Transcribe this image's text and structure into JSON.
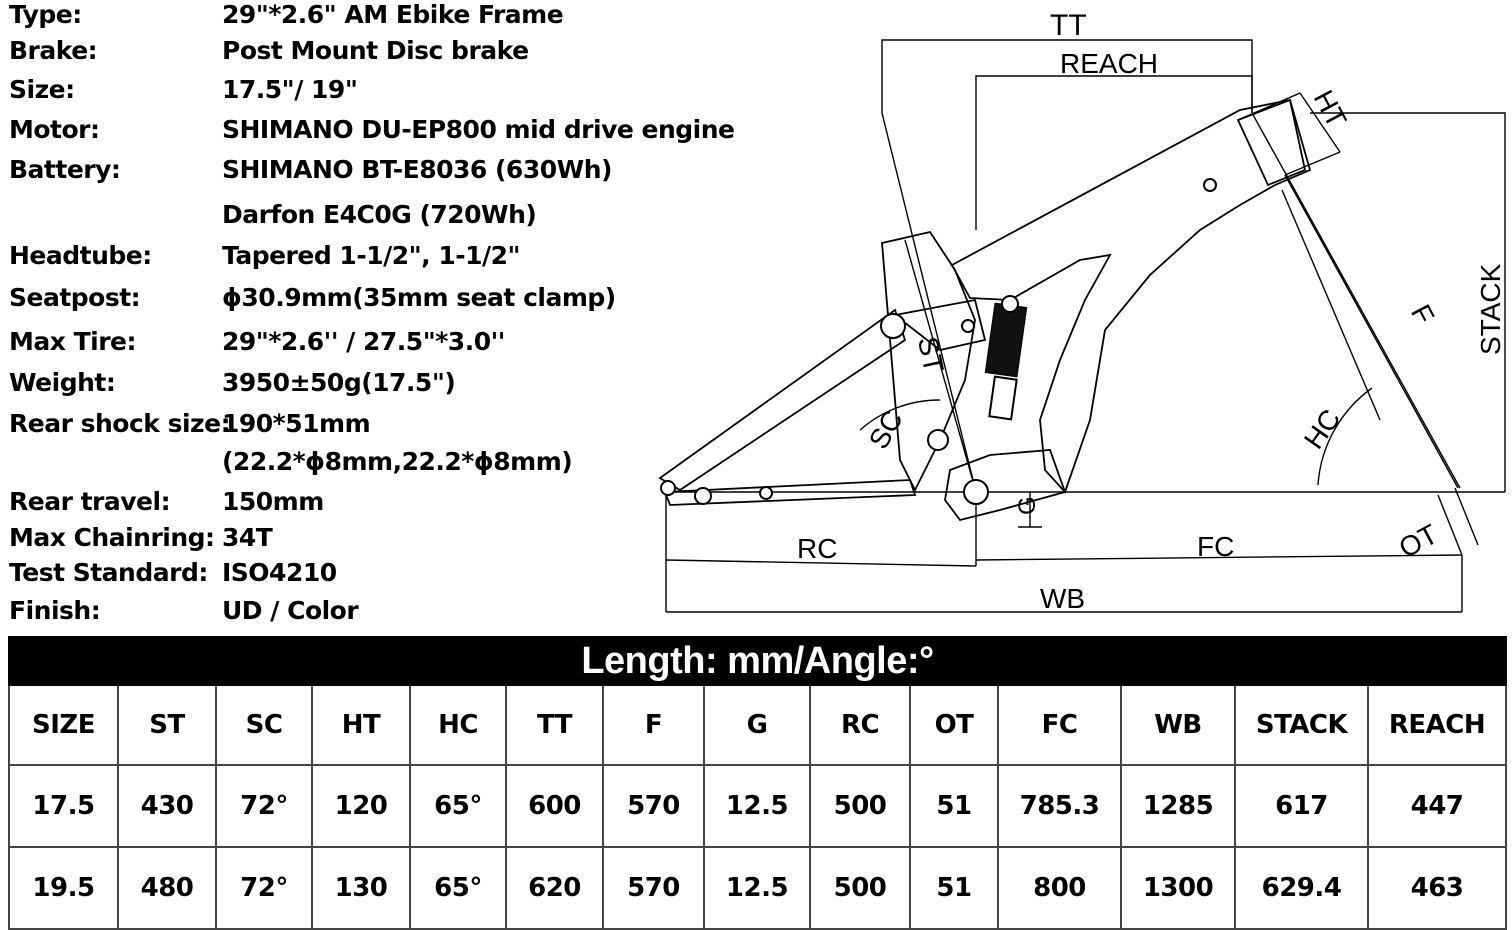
{
  "specs": [
    {
      "label": "Type:",
      "value": "29\"*2.6\" AM Ebike Frame"
    },
    {
      "label": "Brake:",
      "value": "Post Mount Disc brake"
    },
    {
      "label": "Size:",
      "value": "17.5\"/ 19\""
    },
    {
      "label": "Motor:",
      "value": "SHIMANO DU-EP800 mid drive engine"
    },
    {
      "label": "Battery:",
      "value": "SHIMANO BT-E8036 (630Wh)"
    },
    {
      "label": "",
      "value": "Darfon E4C0G (720Wh)"
    },
    {
      "label": "Headtube:",
      "value": "Tapered 1-1/2\", 1-1/2\""
    },
    {
      "label": "Seatpost:",
      "value": "ϕ30.9mm(35mm seat clamp)"
    },
    {
      "label": "Max Tire:",
      "value": "29\"*2.6'' / 27.5\"*3.0''"
    },
    {
      "label": "Weight:",
      "value": "3950±50g(17.5\")"
    },
    {
      "label": "Rear shock size:",
      "value": "190*51mm"
    },
    {
      "label": "",
      "value": "(22.2*ϕ8mm,22.2*ϕ8mm)"
    },
    {
      "label": "Rear travel:",
      "value": "150mm"
    },
    {
      "label": "Max Chainring:",
      "value": "34T"
    },
    {
      "label": "Test Standard:",
      "value": "ISO4210"
    },
    {
      "label": "Finish:",
      "value": "UD / Color"
    }
  ],
  "diagram": {
    "labels": {
      "tt": "TT",
      "reach": "REACH",
      "ht": "HT",
      "stack": "STACK",
      "f": "F",
      "hc": "HC",
      "st": "ST",
      "sc": "SC",
      "g": "G",
      "rc": "RC",
      "fc": "FC",
      "ot": "OT",
      "wb": "WB"
    },
    "line_color": "#000000"
  },
  "table": {
    "banner": "Length: mm/Angle:°",
    "headers": [
      "SIZE",
      "ST",
      "SC",
      "HT",
      "HC",
      "TT",
      "F",
      "G",
      "RC",
      "OT",
      "FC",
      "WB",
      "STACK",
      "REACH"
    ],
    "rows": [
      [
        "17.5",
        "430",
        "72°",
        "120",
        "65°",
        "600",
        "570",
        "12.5",
        "500",
        "51",
        "785.3",
        "1285",
        "617",
        "447"
      ],
      [
        "19.5",
        "480",
        "72°",
        "130",
        "65°",
        "620",
        "570",
        "12.5",
        "500",
        "51",
        "800",
        "1300",
        "629.4",
        "463"
      ]
    ]
  }
}
